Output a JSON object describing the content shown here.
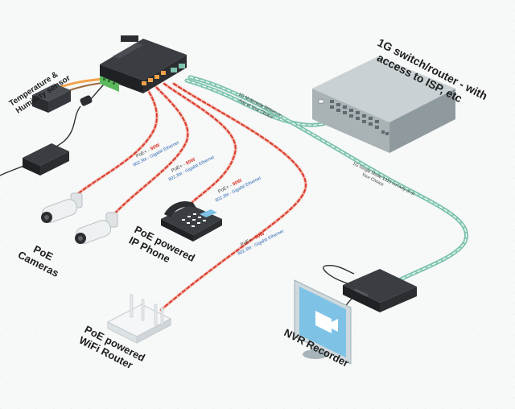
{
  "labels": {
    "switch_title_line1": "1G switch/router - with",
    "switch_title_line2": "access to ISP, etc",
    "sensor_line1": "Temperature &",
    "sensor_line2": "Humidity sensor",
    "cameras_line1": "PoE",
    "cameras_line2": "Cameras",
    "phone_line1": "PoE powered",
    "phone_line2": "IP Phone",
    "router_line1": "PoE powered",
    "router_line2": "WiFi Router",
    "nvr": "NVR Recorder"
  },
  "links": {
    "multimode_line1": "1G Multimode 850nm or",
    "multimode_line2": "Any of Your Choice",
    "singlemode_line1": "1G Single Mode 1310 nm Any of or",
    "singlemode_line2": "Your Choice",
    "poe_power": "PoE+ - 90W",
    "poe_prefix": "PoE+ - ",
    "poe_watts": "90W",
    "ethernet": "802.3bt - Gigabit Ethernet"
  },
  "colors": {
    "fiber": "#7fc4b0",
    "poe_red": "#d93a2b",
    "copper": "#f0a34a",
    "device_dark": "#2b2d30",
    "switch_gray": "#a9b3b6",
    "screen_blue": "#7ec3e6"
  }
}
